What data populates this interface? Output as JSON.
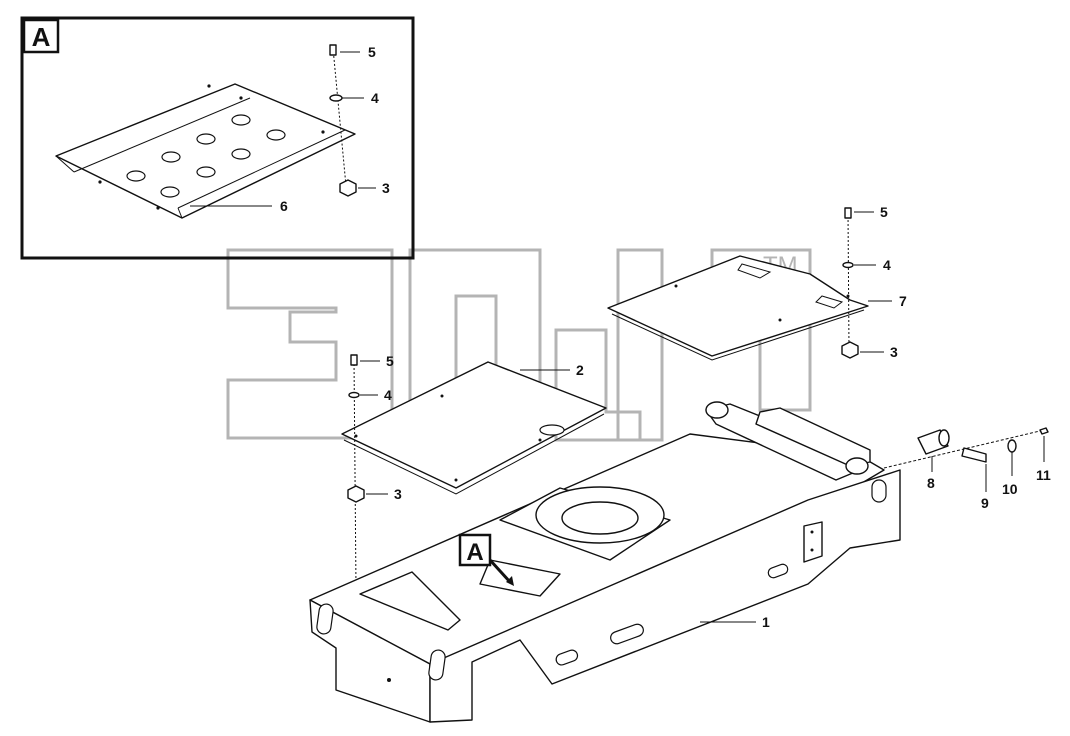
{
  "diagram": {
    "corner_code": "",
    "detail_box": {
      "tag": "A"
    },
    "main_callout": {
      "tag": "A"
    },
    "watermark": {
      "text": "ЭЛД",
      "trademark": "TM"
    },
    "detail_labels": [
      "5",
      "4",
      "3",
      "6"
    ],
    "upper_right_labels": [
      "5",
      "4",
      "7",
      "3"
    ],
    "left_stack_labels": [
      "5",
      "4",
      "2",
      "3"
    ],
    "pin_labels": [
      "8",
      "9",
      "10",
      "11"
    ],
    "frame_label": "1"
  }
}
